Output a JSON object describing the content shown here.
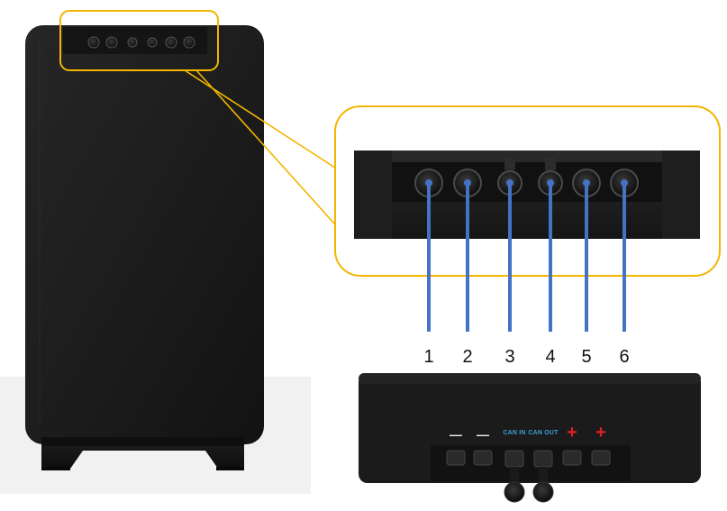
{
  "colors": {
    "callout": "#f2b600",
    "leader": "#4472c4",
    "plus": "#e02020",
    "can": "#3aa0d8",
    "minus": "#f2f2f2",
    "body": "#1c1c1c"
  },
  "port_numbers": [
    "1",
    "2",
    "3",
    "4",
    "5",
    "6"
  ],
  "bottom_labels": {
    "minus_1": "—",
    "minus_2": "—",
    "can_in": "CAN IN",
    "can_out": "CAN OUT",
    "plus_1": "+",
    "plus_2": "+"
  }
}
